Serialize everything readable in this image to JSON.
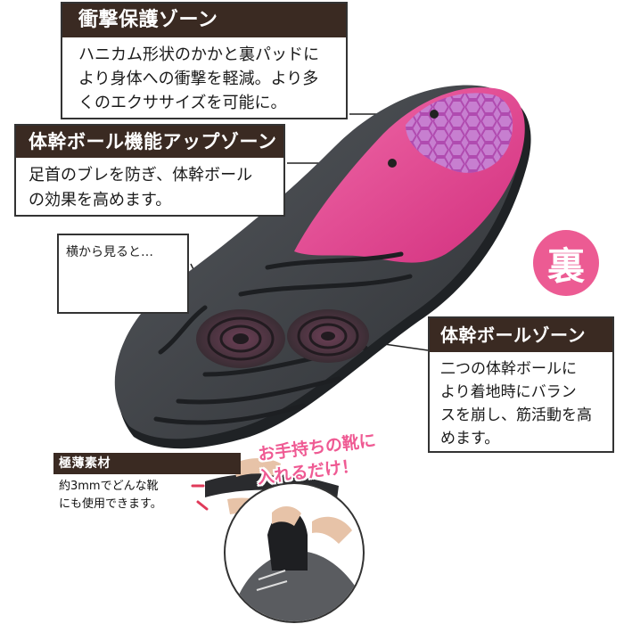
{
  "callouts": {
    "impact": {
      "title": "衝撃保護ゾーン",
      "lines": [
        "ハニカム形状のかかと裏パッドに",
        "より身体への衝撃を軽減。より多",
        "くのエクササイズを可能に。"
      ]
    },
    "core_function": {
      "title": "体幹ボール機能アップゾーン",
      "lines": [
        "足首のブレを防ぎ、体幹ボール",
        "の効果を高めます。"
      ]
    },
    "core_ball": {
      "title": "体幹ボールゾーン",
      "lines": [
        "二つの体幹ボールに",
        "より着地時にバラン",
        "スを崩し、筋活動を高",
        "めます。"
      ]
    },
    "side_view": {
      "label": "横から見ると…"
    },
    "thin": {
      "title": "極薄素材",
      "lines": [
        "約3mmでどんな靴",
        "にも使用できます。"
      ]
    }
  },
  "badge": {
    "text": "裏",
    "color": "#ec5b93"
  },
  "promo": {
    "line1": "お手持ちの靴に",
    "line2": "入れるだけ！",
    "color": "#ef5a93"
  },
  "colors": {
    "insole_gray": "#3f4247",
    "accent_pink": "#e63e8f",
    "header_brown": "#3a2a22"
  }
}
